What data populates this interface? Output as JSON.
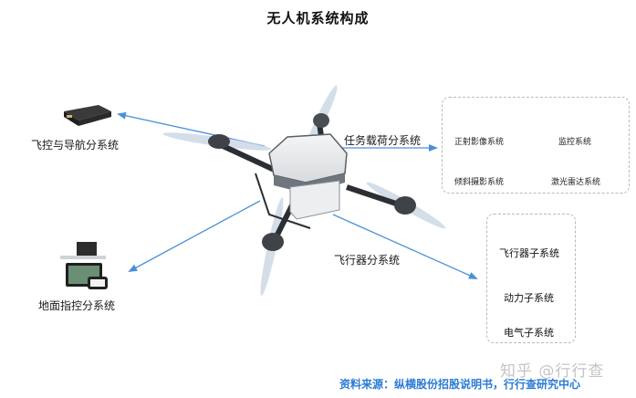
{
  "title": "无人机系统构成",
  "subsystems": {
    "flight_control": {
      "label": "飞控与导航分系统"
    },
    "ground_control": {
      "label": "地面指控分系统"
    },
    "mission_payload": {
      "label": "任务载荷分系统",
      "items": [
        "正射影像系统",
        "监控系统",
        "倾斜摄影系统",
        "激光雷达系统"
      ]
    },
    "aircraft": {
      "label": "飞行器分系统",
      "items": [
        "飞行器子系统",
        "动力子系统",
        "电气子系统"
      ]
    }
  },
  "source": "资料来源：纵横股份招股说明书，行行查研究中心",
  "watermark": "知乎 @行行查",
  "colors": {
    "arrow": "#4a90d9",
    "source_text": "#2b7bd4",
    "box_border": "#b9b9b9"
  }
}
